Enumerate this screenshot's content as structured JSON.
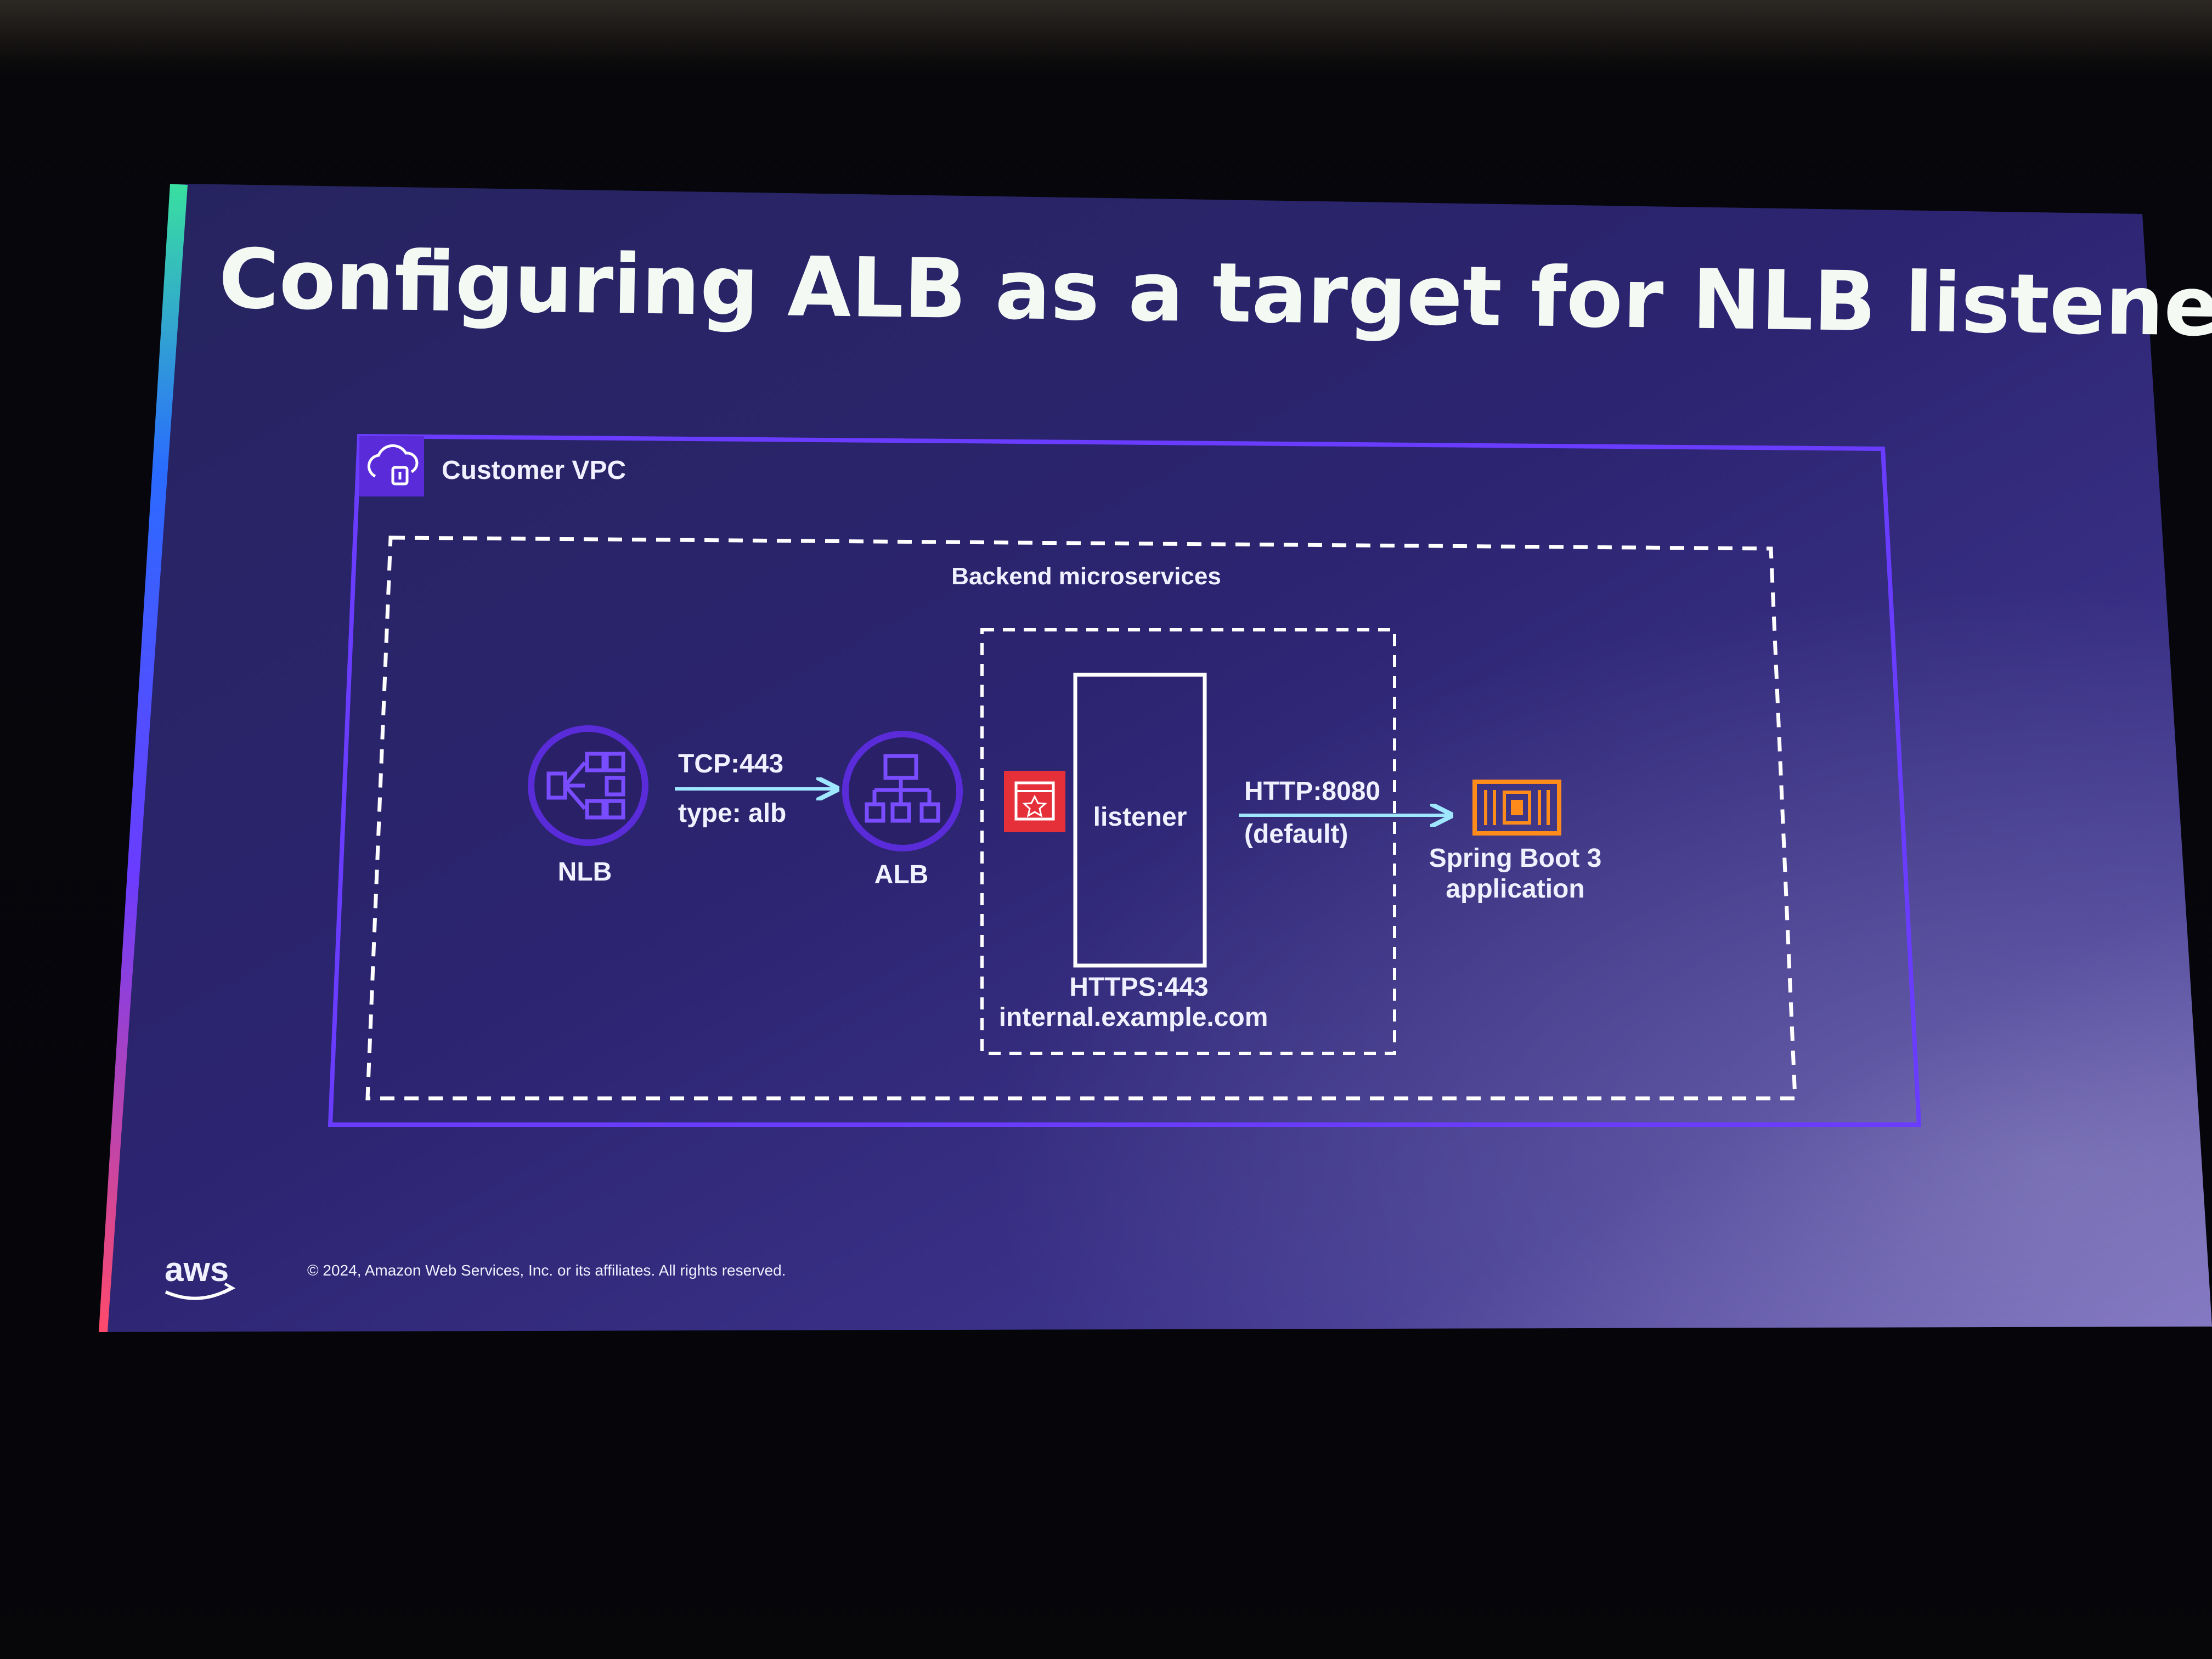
{
  "slide": {
    "title": "Configuring ALB as a target for NLB listeners",
    "footer": "© 2024, Amazon Web Services, Inc. or its affiliates. All rights reserved.",
    "logo_text": "aws",
    "colors": {
      "background_top": "#2a2870",
      "background_bottom": "#4a3a9a",
      "vpc_border": "#6a3cff",
      "node_circle": "#5a2bd9",
      "certificate": "#e5303a",
      "compute": "#ff8c1a",
      "arrow": "#9fe6ff"
    }
  },
  "diagram": {
    "vpc_label": "Customer VPC",
    "vpc_icon": "vpc-cloud-lock-icon",
    "group_label": "Backend microservices",
    "nodes": {
      "nlb": {
        "label": "NLB",
        "icon": "network-load-balancer-icon"
      },
      "alb": {
        "label": "ALB",
        "icon": "application-load-balancer-icon"
      },
      "listener": {
        "label": "listener",
        "icon": "certificate-icon"
      },
      "app": {
        "label_line1": "Spring Boot 3",
        "label_line2": "application",
        "icon": "ec2-instance-icon"
      }
    },
    "edges": {
      "nlb_to_alb": {
        "line1": "TCP:443",
        "line2": "type: alb"
      },
      "listener_to_app": {
        "line1": "HTTP:8080",
        "line2": "(default)"
      }
    },
    "listener_info": {
      "line1": "HTTPS:443",
      "line2": "internal.example.com"
    }
  }
}
